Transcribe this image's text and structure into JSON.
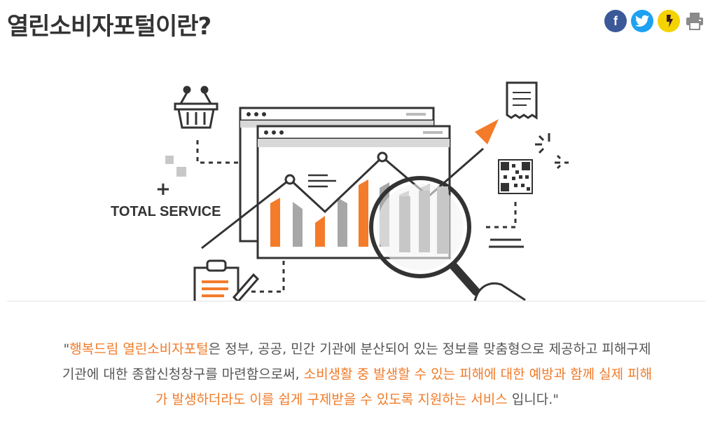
{
  "page": {
    "title": "열린소비자포털이란?"
  },
  "share": {
    "facebook_icon": "f",
    "twitter_icon": "t",
    "kakao_icon": "kakaostory-icon",
    "print_icon": "printer-icon"
  },
  "illustration": {
    "label": "TOTAL SERVICE",
    "plus": "+",
    "accent_color": "#f47b2a",
    "gray_color": "#a7a7a7",
    "line_color": "#333333"
  },
  "description": {
    "line1_part1": "\"",
    "line1_highlight1": "행복드림 열린소비자포털",
    "line1_part2": "은 정부, 공공, 민간 기관에 분산되어 있는 정보를 맞춤형으로 제공하고 피해구제",
    "line2_part1": "기관에 대한 종합신청창구를 마련함으로써, ",
    "line2_highlight": "소비생활 중 발생할 수 있는 피해에 대한 예방과 함께 실제 피해",
    "line3_highlight": "가 발생하더라도 이를 쉽게 구제받을 수 있도록 지원하는 서비스",
    "line3_part": " 입니다.\""
  }
}
